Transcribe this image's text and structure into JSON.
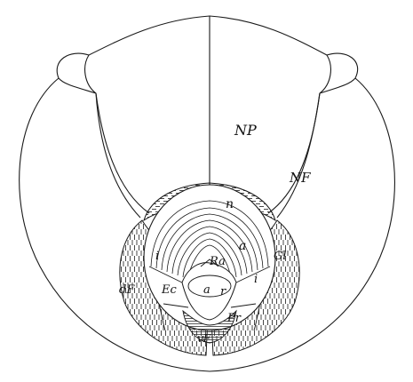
{
  "diagram": {
    "labels": {
      "np": "NP",
      "nf": "NF",
      "n": "n",
      "ra": "Ra",
      "a_upper": "a",
      "a_lower": "a",
      "gl": "Gl",
      "df": "dF",
      "ec": "Ec",
      "r": "r",
      "i_left": "i",
      "i_right": "i",
      "pr": "Pr",
      "vf": "vF"
    },
    "colors": {
      "line": "#1a1a1a",
      "paper": "#ffffff"
    }
  }
}
